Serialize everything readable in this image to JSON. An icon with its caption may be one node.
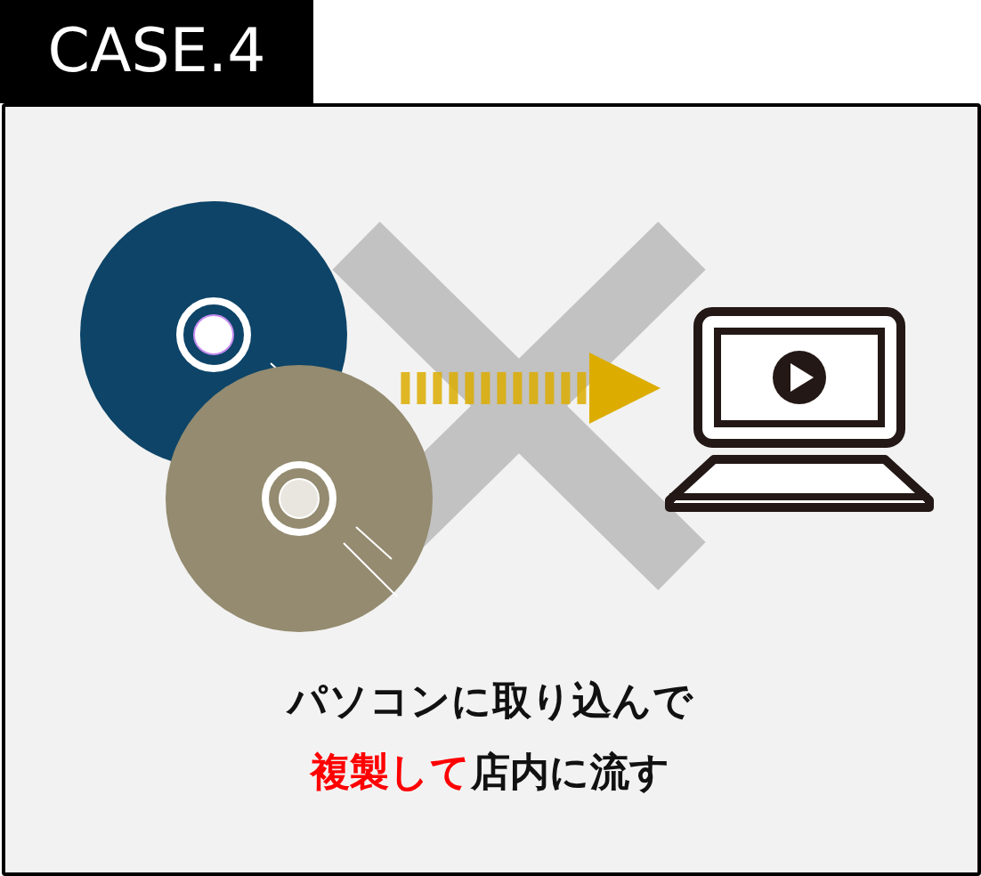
{
  "diagram": {
    "title": "CASE.4",
    "nodes": [
      {
        "text": [],
        "shape": "disc"
      },
      {
        "text": [],
        "shape": "disc"
      },
      {
        "text": [],
        "shape": "laptop"
      }
    ],
    "edges": [
      {
        "from": 1,
        "to": 2,
        "arrow": "to",
        "style": "dashed",
        "color": "#dcad00"
      }
    ],
    "labels": [
      "パソコンに取り込んで",
      "複製して",
      "店内に流す"
    ]
  }
}
